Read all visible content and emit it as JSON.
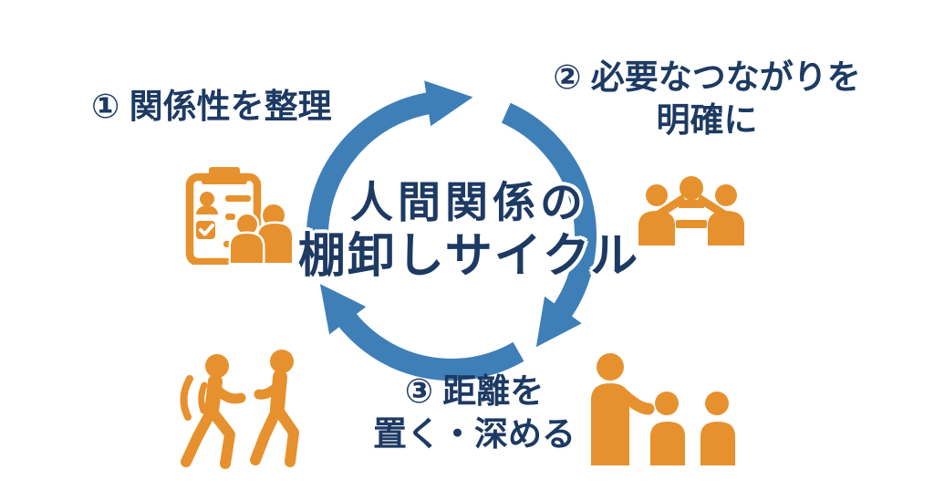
{
  "title": {
    "line1": "人間関係の",
    "line2": "棚卸しサイクル"
  },
  "steps": [
    {
      "label_line1": "① 関係性を整理",
      "icon": "clipboard-people-icon"
    },
    {
      "label_line1": "② 必要なつながりを",
      "label_line2": "明確に",
      "icon": "people-network-icon"
    },
    {
      "label_line1": "③ 距離を",
      "label_line2": "置く・深める",
      "icons": [
        "people-walking-icon",
        "people-group-icon"
      ]
    }
  ],
  "cycle": {
    "segments": 3,
    "direction": "clockwise"
  },
  "colors": {
    "background": "#ffffff",
    "arrow_blue": "#3e7fb8",
    "text_navy": "#1d3a63",
    "icon_orange": "#e6912e"
  }
}
